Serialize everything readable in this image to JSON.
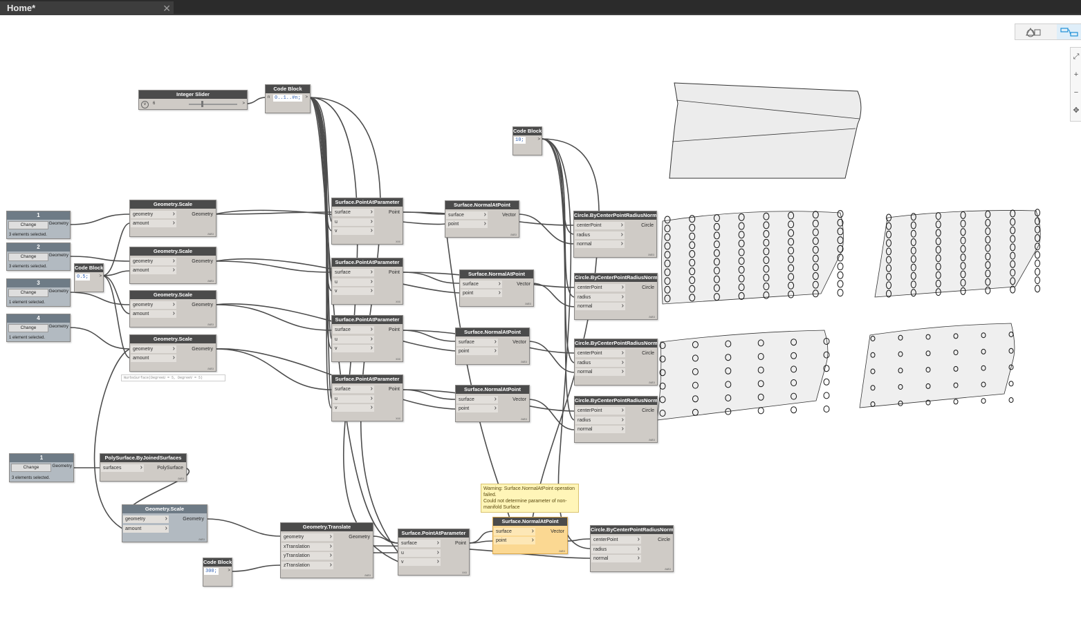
{
  "tab": {
    "title": "Home*",
    "close": "✕"
  },
  "colors": {
    "wire": "#4d4d4d",
    "node_body": "#cfcbc6",
    "node_header": "#4b4b4b",
    "warning": "#fbd892"
  },
  "integer_slider": {
    "title": "Integer Slider",
    "value": "6",
    "expand": ">"
  },
  "code_range": {
    "title": "Code Block",
    "code": "0..1..#n;",
    "in": "n",
    "out": ">"
  },
  "code_ten": {
    "title": "Code Block",
    "code": "10;",
    "out": ">"
  },
  "code_half": {
    "title": "Code Block",
    "code": "0.5;",
    "out": ">"
  },
  "code_300": {
    "title": "Code Block",
    "code": "300;",
    "out": ">"
  },
  "selects": [
    {
      "title": "1",
      "change": "Change",
      "out": "Geometry",
      "status": "3 elements selected."
    },
    {
      "title": "2",
      "change": "Change",
      "out": "Geometry",
      "status": "3 elements selected."
    },
    {
      "title": "3",
      "change": "Change",
      "out": "Geometry",
      "status": "1 element selected."
    },
    {
      "title": "4",
      "change": "Change",
      "out": "Geometry",
      "status": "1 element selected."
    },
    {
      "title": "1",
      "change": "Change",
      "out": "Geometry",
      "status": "3 elements selected."
    }
  ],
  "scale": {
    "title": "Geometry.Scale",
    "in1": "geometry",
    "in2": "amount",
    "out": "Geometry",
    "lacing": "auto"
  },
  "pap": {
    "title": "Surface.PointAtParameter",
    "in1": "surface",
    "in2": "u",
    "in3": "v",
    "out": "Point",
    "lacing": "xxx"
  },
  "nap": {
    "title": "Surface.NormalAtPoint",
    "in1": "surface",
    "in2": "point",
    "out": "Vector",
    "lacing": "auto"
  },
  "circle": {
    "title": "Circle.ByCenterPointRadiusNormal",
    "in1": "centerPoint",
    "in2": "radius",
    "in3": "normal",
    "out": "Circle",
    "lacing": "auto"
  },
  "polysurface": {
    "title": "PolySurface.ByJoinedSurfaces",
    "in1": "surfaces",
    "out": "PolySurface",
    "lacing": "auto"
  },
  "translate": {
    "title": "Geometry.Translate",
    "in1": "geometry",
    "in2": "xTranslation",
    "in3": "yTranslation",
    "in4": "zTranslation",
    "out": "Geometry",
    "lacing": "auto"
  },
  "preview": {
    "text": "NurbsSurface(DegreeU = 5, DegreeV = 5)"
  },
  "warning": {
    "text1": "Warning: Surface.NormalAtPoint operation",
    "text2": "failed.",
    "text3": "Could not determine parameter of non-",
    "text4": "manifold Surface"
  }
}
